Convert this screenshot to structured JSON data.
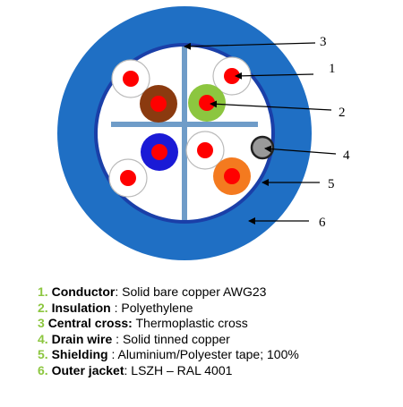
{
  "colors": {
    "outer_jacket": "#1f6fc4",
    "shield_ring": "#1a3fa8",
    "central_cross": "#6f9cc8",
    "conductor": "#ff0000",
    "insulation_white": "#ffffff",
    "pair_brown": "#8b3a0f",
    "pair_green": "#8cc63f",
    "pair_blue": "#1a1ad6",
    "pair_orange": "#f47a1f",
    "drain_wire": "#999999",
    "legend_number": "#8cc63f"
  },
  "callouts": [
    "1",
    "2",
    "3",
    "4",
    "5",
    "6"
  ],
  "legend": [
    {
      "num": "1.",
      "term": "Conductor",
      "desc": ": Solid bare copper AWG23"
    },
    {
      "num": "2.",
      "term": "Insulation",
      "desc": " : Polyethylene"
    },
    {
      "num": "3",
      "term": "Central cross:",
      "desc": " Thermoplastic cross"
    },
    {
      "num": "4.",
      "term": "Drain wire",
      "desc": " : Solid tinned copper"
    },
    {
      "num": "5.",
      "term": "Shielding",
      "desc": " : Aluminium/Polyester tape; 100%"
    },
    {
      "num": "6.",
      "term": "Outer jacket",
      "desc": ": LSZH – RAL 4001"
    }
  ]
}
